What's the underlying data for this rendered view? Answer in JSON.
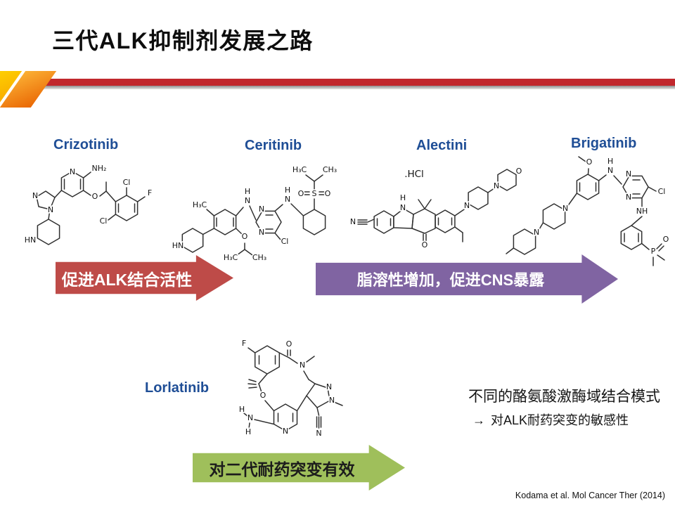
{
  "slide": {
    "title": "三代ALK抑制剂发展之路",
    "citation": "Kodama et al. Mol Cancer Ther (2014)"
  },
  "labels": {
    "crizotinib": "Crizotinib",
    "ceritinib": "Ceritinib",
    "alectinib": "Alectini",
    "brigatinib": "Brigatinib",
    "lorlatinib": "Lorlatinib"
  },
  "arrows": {
    "red": {
      "label": "促进ALK结合活性",
      "color": "#BE4B48"
    },
    "purple": {
      "label": "脂溶性增加，促进CNS暴露",
      "color": "#8064A2"
    },
    "green": {
      "label": "对二代耐药突变有效",
      "color": "#9FBF5B"
    }
  },
  "annotation": {
    "line1": "不同的酪氨酸激酶域结合模式",
    "arrow": "→",
    "line2": "对ALK耐药突变的敏感性"
  },
  "molecules": {
    "crizotinib": {
      "atoms": [
        "N",
        "NH₂",
        "Cl",
        "F",
        "Cl",
        "O",
        "N",
        "N",
        "HN"
      ]
    },
    "ceritinib": {
      "atoms": [
        "HN",
        "H₃C",
        "O",
        "H₃C",
        "CH₃",
        "H",
        "N",
        "N",
        "N",
        "Cl",
        "H",
        "N",
        "O",
        "S",
        "O",
        "H₃C",
        "CH₃"
      ]
    },
    "alectinib": {
      "atoms": [
        ".HCl",
        "N",
        "H",
        "N",
        "O",
        "N",
        "N",
        "O"
      ]
    },
    "brigatinib": {
      "atoms": [
        "O",
        "H",
        "N",
        "N",
        "N",
        "Cl",
        "NH",
        "P",
        "O",
        "N",
        "N"
      ]
    },
    "lorlatinib": {
      "atoms": [
        "F",
        "O",
        "N",
        "N",
        "N",
        "N",
        "O",
        "N",
        "H",
        "N",
        "H"
      ]
    }
  },
  "colors": {
    "label_blue": "#1F4E96",
    "bar_red": "#C1272D",
    "accent_orange": "#EA6804",
    "accent_yellow": "#FFD200"
  }
}
